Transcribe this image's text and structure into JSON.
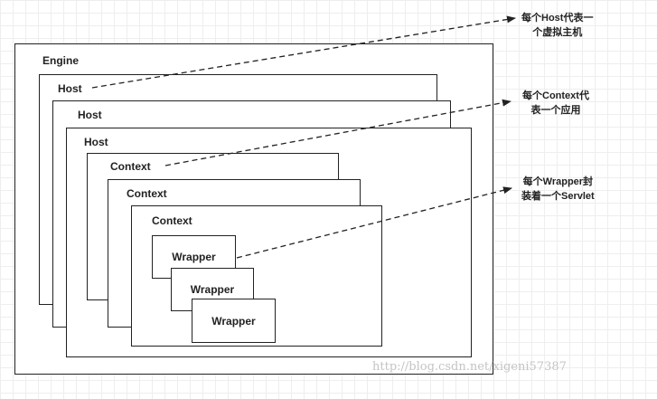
{
  "diagram": {
    "engine": {
      "label": "Engine"
    },
    "hosts": [
      {
        "label": "Host"
      },
      {
        "label": "Host"
      },
      {
        "label": "Host"
      }
    ],
    "contexts": [
      {
        "label": "Context"
      },
      {
        "label": "Context"
      },
      {
        "label": "Context"
      }
    ],
    "wrappers": [
      {
        "label": "Wrapper"
      },
      {
        "label": "Wrapper"
      },
      {
        "label": "Wrapper"
      }
    ]
  },
  "annotations": {
    "host_note": {
      "line1": "每个Host代表一",
      "line2": "个虚拟主机"
    },
    "context_note": {
      "line1": "每个Context代",
      "line2": "表一个应用"
    },
    "wrapper_note": {
      "line1": "每个Wrapper封",
      "line2": "装着一个Servlet"
    }
  },
  "watermark": "http://blog.csdn.net/xigeni57387",
  "colors": {
    "stroke": "#222222",
    "grid": "#eeeeee",
    "watermark": "#c4c4c4"
  }
}
